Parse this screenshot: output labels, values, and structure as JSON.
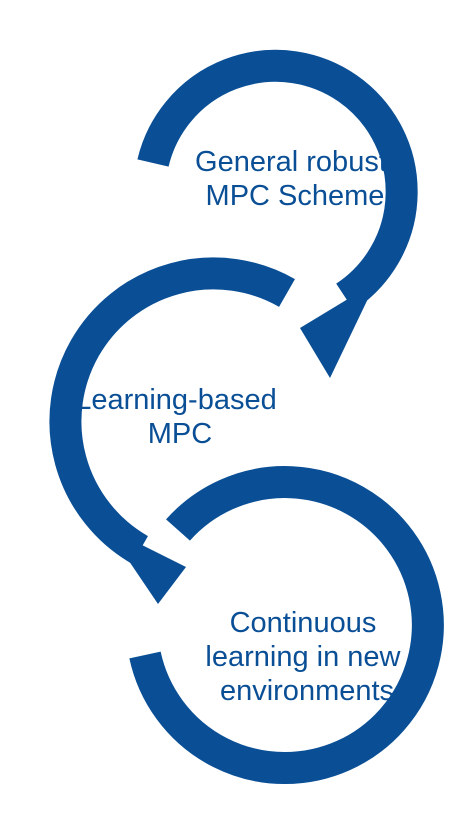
{
  "diagram": {
    "accent_color": "#0a4f96",
    "cycles": [
      {
        "lines": [
          "General robust",
          "MPC Scheme"
        ]
      },
      {
        "lines": [
          "Learning-based",
          "MPC"
        ]
      },
      {
        "lines": [
          "Continuous",
          "learning in new",
          "environments"
        ]
      }
    ]
  }
}
